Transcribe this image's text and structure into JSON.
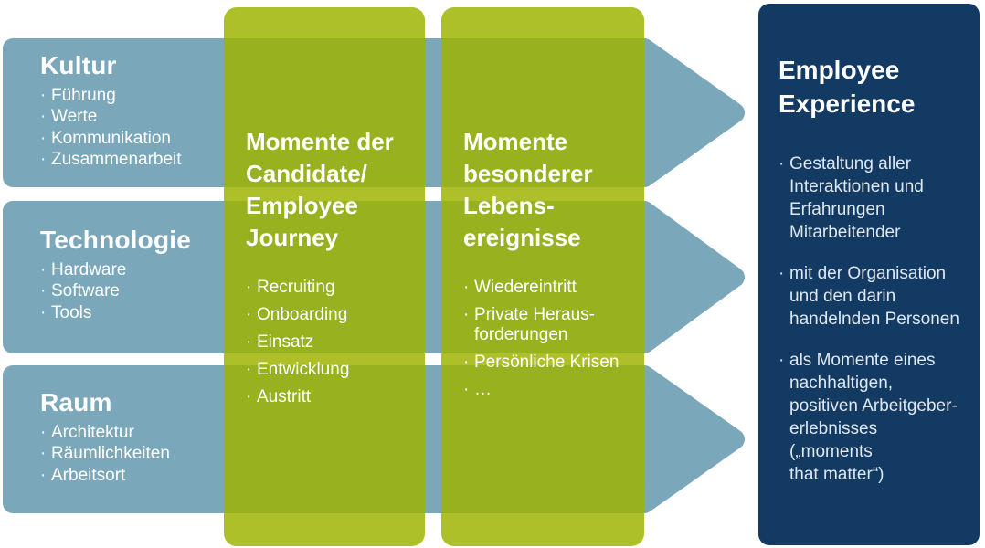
{
  "glyphs": {
    "bullet": "·"
  },
  "colors": {
    "arrow_blue": "#7ba7ba",
    "column_green_overlay": "rgba(157,179,0,0.84)",
    "column_green_on_white": "#adbf29",
    "column_green_on_blue": "#98b11e",
    "panel_navy": "#123a62",
    "text_white": "#ffffff"
  },
  "left_boxes": [
    {
      "title": "Kultur",
      "items": [
        "Führung",
        "Werte",
        "Kommunikation",
        "Zusammenarbeit"
      ]
    },
    {
      "title": "Technologie",
      "items": [
        "Hardware",
        "Software",
        "Tools"
      ]
    },
    {
      "title": "Raum",
      "items": [
        "Architektur",
        "Räumlichkeiten",
        "Arbeitsort"
      ]
    }
  ],
  "columns": [
    {
      "heading": "Momente der\nCandidate/\nEmployee\nJourney",
      "items": [
        "Recruiting",
        "Onboarding",
        "Einsatz",
        "Entwicklung",
        "Austritt"
      ]
    },
    {
      "heading": "Momente\nbesonderer\nLebens-\nereignisse",
      "items": [
        "Wiedereintritt",
        "Private Heraus-\nforderungen",
        "Persönliche Krisen",
        "…"
      ]
    }
  ],
  "result_panel": {
    "title": "Employee\nExperience",
    "bullets": [
      "Gestaltung aller\nInteraktionen und\nErfahrungen\nMitarbeitender",
      "mit der Organisation\nund den darin\nhandelnden Personen",
      "als Momente eines\nnachhaltigen,\npositiven Arbeitgeber-\nerlebnisses („moments\nthat matter“)"
    ]
  }
}
